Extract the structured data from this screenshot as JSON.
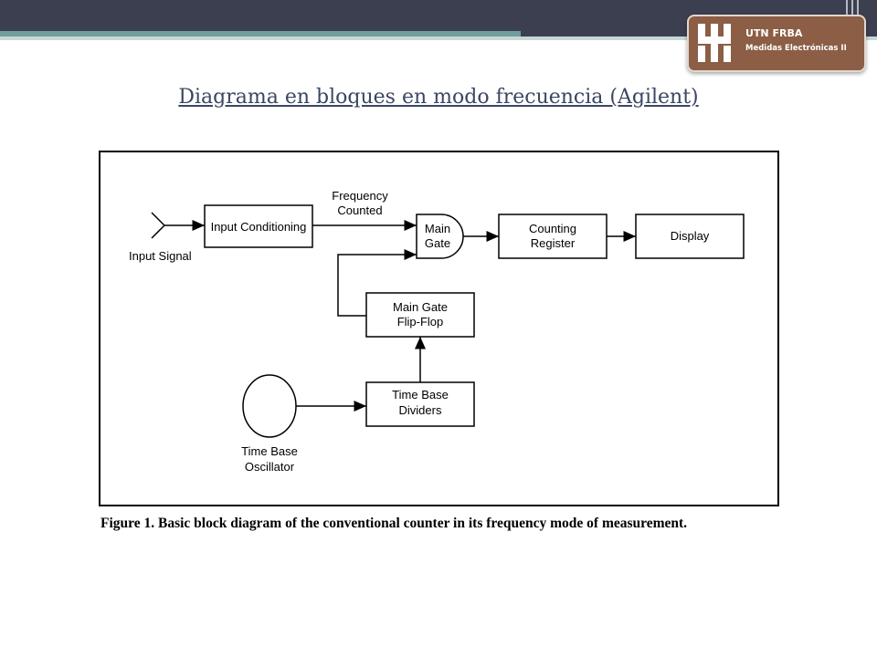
{
  "header": {
    "badge_title": "UTN FRBA",
    "badge_subtitle": "Medidas Electrónicas II",
    "logo_icon": "utn-logo-icon",
    "colors": {
      "bar": "#3c3f50",
      "accent": "#6f9e9c",
      "badge": "#8b5e45"
    }
  },
  "slide": {
    "title": "Diagrama en bloques en modo frecuencia (Agilent)"
  },
  "diagram": {
    "labels": {
      "input_signal": "Input Signal",
      "input_conditioning": "Input Conditioning",
      "frequency_counted_1": "Frequency",
      "frequency_counted_2": "Counted",
      "main_gate_1": "Main",
      "main_gate_2": "Gate",
      "counting_register_1": "Counting",
      "counting_register_2": "Register",
      "display": "Display",
      "flipflop_1": "Main Gate",
      "flipflop_2": "Flip-Flop",
      "dividers_1": "Time Base",
      "dividers_2": "Dividers",
      "oscillator_1": "Time Base",
      "oscillator_2": "Oscillator"
    },
    "caption": "Figure 1. Basic block diagram of the conventional counter in its frequency mode of measurement."
  }
}
